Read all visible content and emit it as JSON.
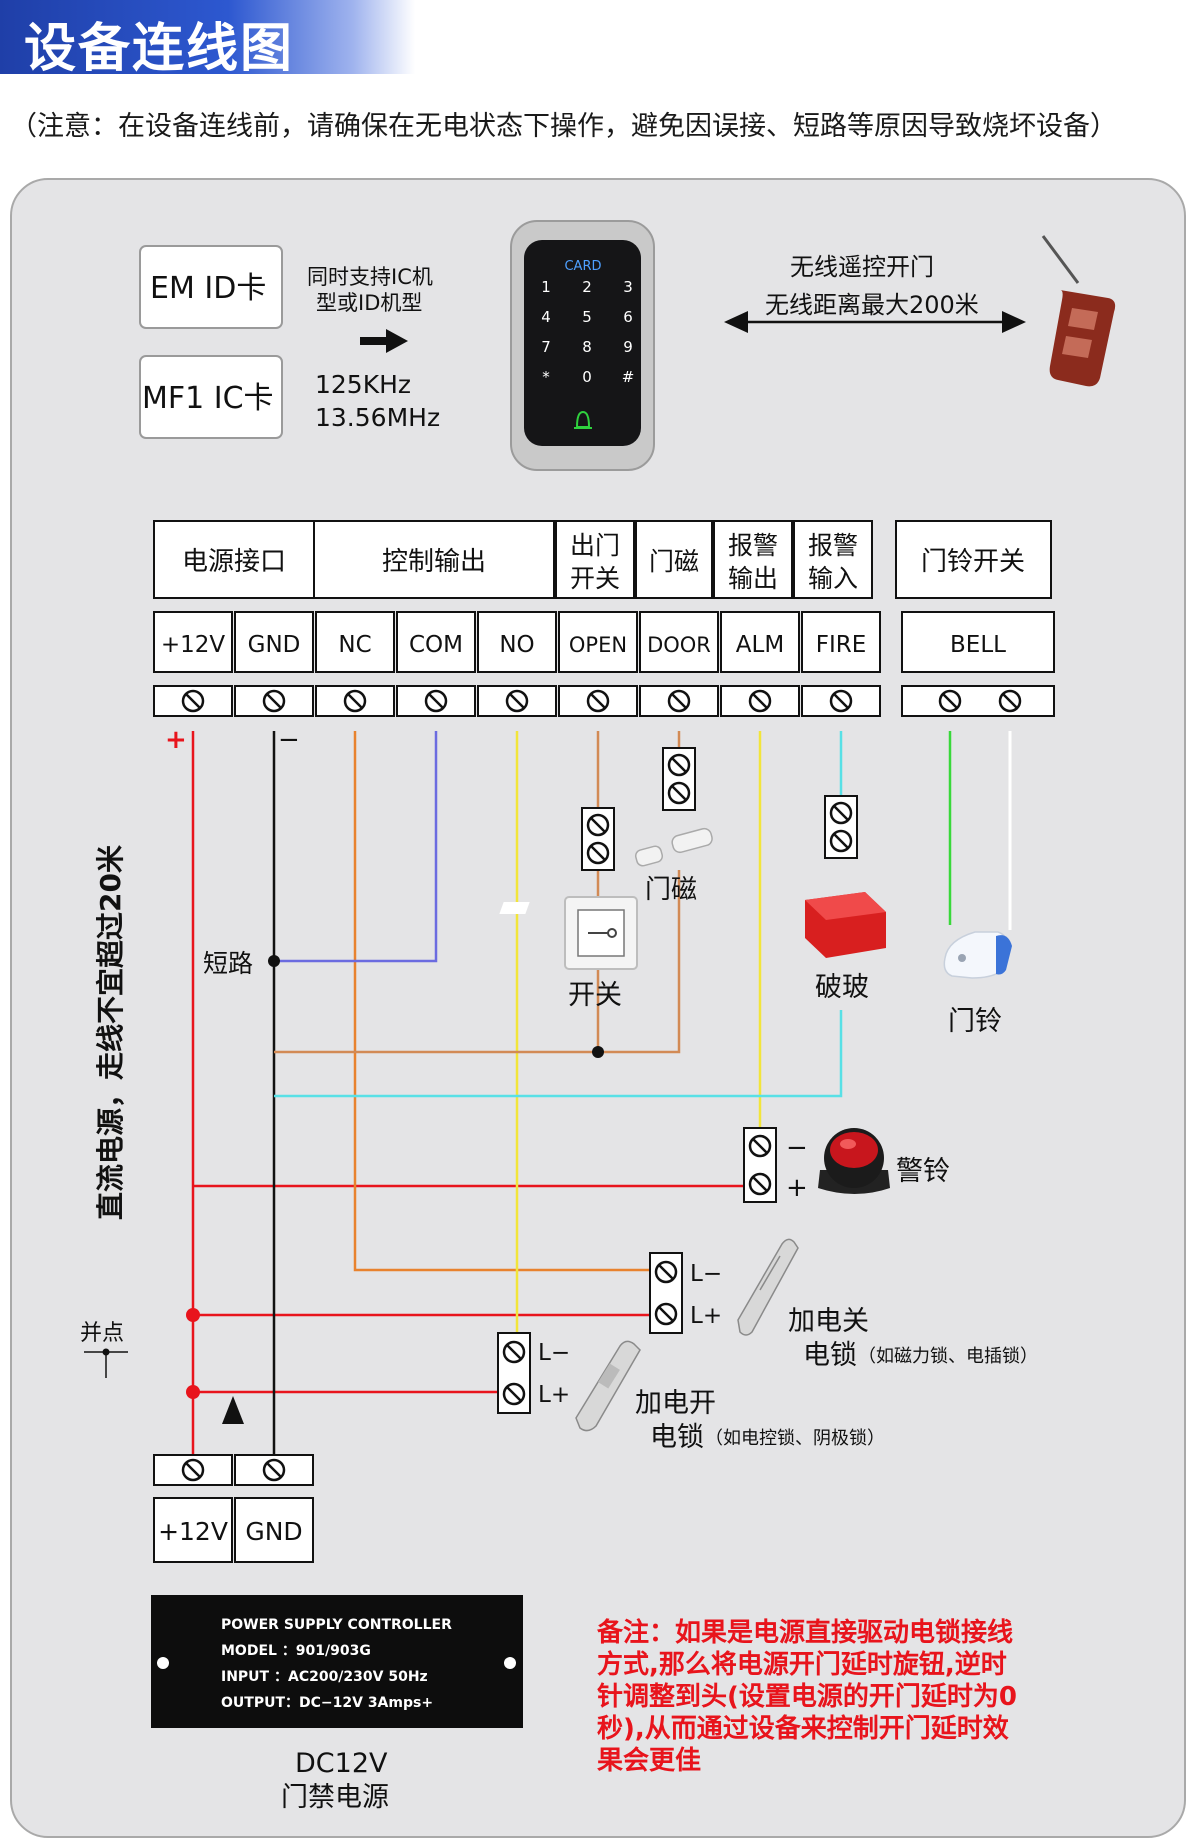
{
  "header": {
    "title": "设备连线图",
    "notice": "（注意：在设备连线前，请确保在无电状态下操作，避免因误接、短路等原因导致烧坏设备）"
  },
  "cards": {
    "em_id": "EM ID卡",
    "mf1_ic": "MF1 IC卡",
    "support_line1": "同时支持IC机",
    "support_line2": "型或ID机型",
    "freq1": "125KHz",
    "freq2": "13.56MHz"
  },
  "keypad": {
    "label": "CARD",
    "keys": [
      "1",
      "2",
      "3",
      "4",
      "5",
      "6",
      "7",
      "8",
      "9",
      "*",
      "0",
      "#"
    ]
  },
  "remote": {
    "line1": "无线遥控开门",
    "line2": "无线距离最大200米"
  },
  "terminal_groups": {
    "power": "电源接口",
    "control": "控制输出",
    "exit_line1": "出门",
    "exit_line2": "开关",
    "door_magnet": "门磁",
    "alarm_out_line1": "报警",
    "alarm_out_line2": "输出",
    "alarm_in_line1": "报警",
    "alarm_in_line2": "输入",
    "bell_switch": "门铃开关"
  },
  "terminals": [
    "+12V",
    "GND",
    "NC",
    "COM",
    "NO",
    "OPEN",
    "DOOR",
    "ALM",
    "FIRE",
    "BELL"
  ],
  "polarity": {
    "plus": "+",
    "minus": "−"
  },
  "side_text": "直流电源，走线不宜超过20米",
  "labels": {
    "short": "短路",
    "parallel": "并点",
    "door_magnet": "门磁",
    "exit_switch": "开关",
    "break_glass": "破玻",
    "doorbell": "门铃",
    "siren": "警铃",
    "lock_nc_line1": "加电关",
    "lock_nc_line2": "电锁",
    "lock_nc_note": "（如磁力锁、电插锁）",
    "lock_no_line1": "加电开",
    "lock_no_line2": "电锁",
    "lock_no_note": "（如电控锁、阴极锁）",
    "l_minus": "L−",
    "l_plus": "L+",
    "siren_minus": "−",
    "siren_plus": "+"
  },
  "psu": {
    "line1": "POWER SUPPLY CONTROLLER",
    "line2": "MODEL ：901/903G",
    "line3": "INPUT  ：AC200/230V   50Hz",
    "line4": "OUTPUT：DC−12V  3Amps+",
    "terminal_plus": "+12V",
    "terminal_gnd": "GND",
    "caption1": "DC12V",
    "caption2": "门禁电源"
  },
  "remark": {
    "line1": "备注：如果是电源直接驱动电锁接线",
    "line2": "方式,那么将电源开门延时旋钮,逆时",
    "line3": "针调整到头(设置电源的开门延时为0",
    "line4": "秒),从而通过设备来控制开门延时效",
    "line5": "果会更佳"
  },
  "colors": {
    "red_wire": "#e8141c",
    "black_wire": "#111111",
    "orange_wire": "#e8822e",
    "purple_wire": "#6b6be0",
    "yellow_wire": "#f2e53a",
    "tan_wire": "#d28a55",
    "cyan_wire": "#58e0e6",
    "green_wire": "#39d83a",
    "white_wire": "#ffffff"
  }
}
